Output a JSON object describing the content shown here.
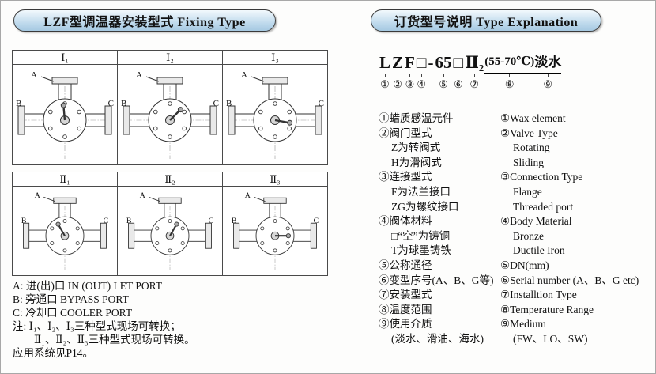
{
  "left": {
    "header": "LZF型调温器安装型式 Fixing Type",
    "port_labels": {
      "a": "A",
      "b": "B",
      "c": "C"
    },
    "rows": [
      {
        "cells": [
          {
            "label": "Ⅰ₁",
            "lever_angle": -95
          },
          {
            "label": "Ⅰ₂",
            "lever_angle": -45
          },
          {
            "label": "Ⅰ₃",
            "lever_angle": 10
          }
        ]
      },
      {
        "cells": [
          {
            "label": "Ⅱ₁",
            "lever_angle": -120
          },
          {
            "label": "Ⅱ₂",
            "lever_angle": -60
          },
          {
            "label": "Ⅱ₃",
            "lever_angle": 0
          }
        ]
      }
    ],
    "notes": [
      {
        "text": "A: 进(出)口 IN (OUT) LET PORT",
        "indent": false
      },
      {
        "text": "B: 旁通口 BYPASS PORT",
        "indent": false
      },
      {
        "text": "C: 冷却口 COOLER PORT",
        "indent": false
      },
      {
        "text": "注: Ⅰ₁、Ⅰ₂、Ⅰ₃三种型式现场可转换；",
        "indent": false
      },
      {
        "text": "Ⅱ₁、Ⅱ₂、Ⅱ₃三种型式现场可转换。",
        "indent": true
      },
      {
        "text": "应用系统见P14。",
        "indent": false
      }
    ]
  },
  "right": {
    "header": "订货型号说明 Type Explanation",
    "code_segments": [
      {
        "text": "L",
        "num": "①"
      },
      {
        "text": "Z",
        "num": "②"
      },
      {
        "text": "F",
        "num": "③"
      },
      {
        "text": "□",
        "num": "④"
      },
      {
        "text": "-",
        "num": ""
      },
      {
        "text": "65",
        "num": "⑤"
      },
      {
        "text": "□",
        "num": "⑥"
      },
      {
        "text": "Ⅱ₂",
        "num": "⑦"
      },
      {
        "text": "(55-70℃)",
        "num": "⑧",
        "small": true,
        "underline": true
      },
      {
        "text": "淡水",
        "num": "⑨",
        "cjk": true,
        "underline": true
      }
    ],
    "explanation_rows": [
      {
        "cn": "①蜡质感温元件",
        "en": "①Wax element",
        "sub": false
      },
      {
        "cn": "②阀门型式",
        "en": "②Valve Type",
        "sub": false
      },
      {
        "cn": "Z为转阀式",
        "en": "Rotating",
        "sub": true
      },
      {
        "cn": "H为滑阀式",
        "en": "Sliding",
        "sub": true
      },
      {
        "cn": "③连接型式",
        "en": "③Connection Type",
        "sub": false
      },
      {
        "cn": "F为法兰接口",
        "en": "Flange",
        "sub": true
      },
      {
        "cn": "ZG为螺纹接口",
        "en": "Threaded port",
        "sub": true
      },
      {
        "cn": "④阀体材料",
        "en": "④Body Material",
        "sub": false
      },
      {
        "cn": "□“空”为铸铜",
        "en": "Bronze",
        "sub": true
      },
      {
        "cn": "T为球墨铸铁",
        "en": "Ductile Iron",
        "sub": true
      },
      {
        "cn": "⑤公称通径",
        "en": "⑤DN(mm)",
        "sub": false
      },
      {
        "cn": "⑥变型序号(A、B、G等)",
        "en": "⑥Serial number (A、B、G etc)",
        "sub": false
      },
      {
        "cn": "⑦安装型式",
        "en": "⑦Installtion Type",
        "sub": false
      },
      {
        "cn": "⑧温度范围",
        "en": "⑧Temperature Range",
        "sub": false
      },
      {
        "cn": "⑨使用介质",
        "en": "⑨Medium",
        "sub": false
      },
      {
        "cn": "(淡水、滑油、海水)",
        "en": "(FW、LO、SW)",
        "sub": true
      }
    ]
  }
}
